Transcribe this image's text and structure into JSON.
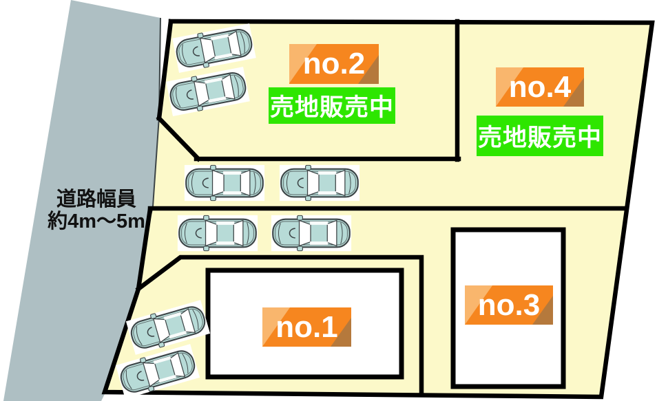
{
  "diagram_type": "residential-lot-site-plan",
  "road": {
    "width_label": [
      "道路幅員",
      "約4m～5m"
    ]
  },
  "lots": {
    "no1": {
      "badge": "no.1"
    },
    "no2": {
      "badge": "no.2",
      "status": "売地販売中"
    },
    "no3": {
      "badge": "no.3"
    },
    "no4": {
      "badge": "no.4",
      "status": "売地販売中"
    }
  },
  "colors": {
    "lot_fill": "#fcf9c9",
    "road_fill": "#aebfc3",
    "line_black": "#000000",
    "badge_orange": "#f6861f",
    "badge_orange_light": "#f9b66d",
    "badge_orange_dark": "#b5793c",
    "status_green": "#2ee600",
    "car_body": "#b7dbd7",
    "car_outline": "#3c4446",
    "road_text": "#111111"
  }
}
